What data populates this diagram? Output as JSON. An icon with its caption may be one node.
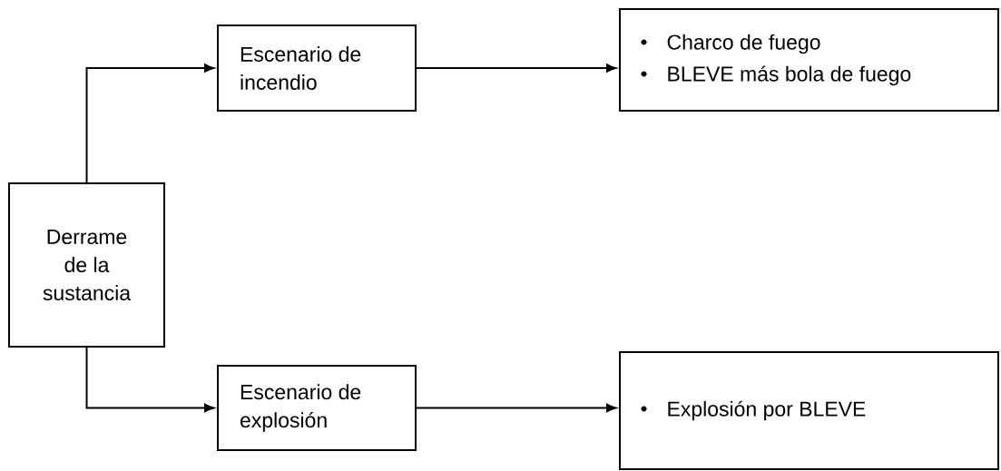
{
  "diagram": {
    "nodes": [
      {
        "text": [
          "Derrame de la sustancia"
        ]
      },
      {
        "text": [
          "Escenario de incendio"
        ]
      },
      {
        "text": [
          "Charco de fuego",
          "BLEVE más bola de fuego"
        ]
      },
      {
        "text": [
          "Escenario de explosión"
        ]
      },
      {
        "text": [
          "Explosión por BLEVE"
        ]
      }
    ],
    "edges": [
      {
        "from": 0,
        "to": 1,
        "arrow": "to"
      },
      {
        "from": 1,
        "to": 2,
        "arrow": "to"
      },
      {
        "from": 0,
        "to": 3,
        "arrow": "to"
      },
      {
        "from": 3,
        "to": 4,
        "arrow": "to"
      }
    ]
  }
}
